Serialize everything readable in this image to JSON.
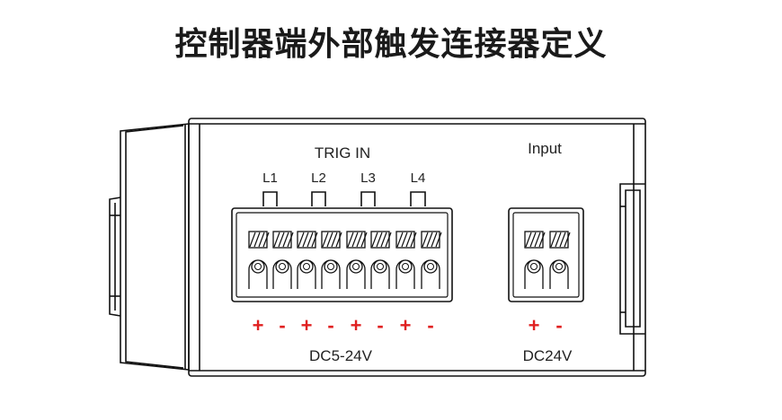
{
  "title": "控制器端外部触发连接器定义",
  "trigger_block": {
    "label": "TRIG IN",
    "channels": [
      "L1",
      "L2",
      "L3",
      "L4"
    ],
    "polarity": [
      "+",
      "-",
      "+",
      "-",
      "+",
      "-",
      "+",
      "-"
    ],
    "voltage": "DC5-24V"
  },
  "input_block": {
    "label": "Input",
    "polarity": [
      "+",
      "-"
    ],
    "voltage": "DC24V"
  },
  "colors": {
    "polarity": "#e02020",
    "line": "#111111"
  }
}
